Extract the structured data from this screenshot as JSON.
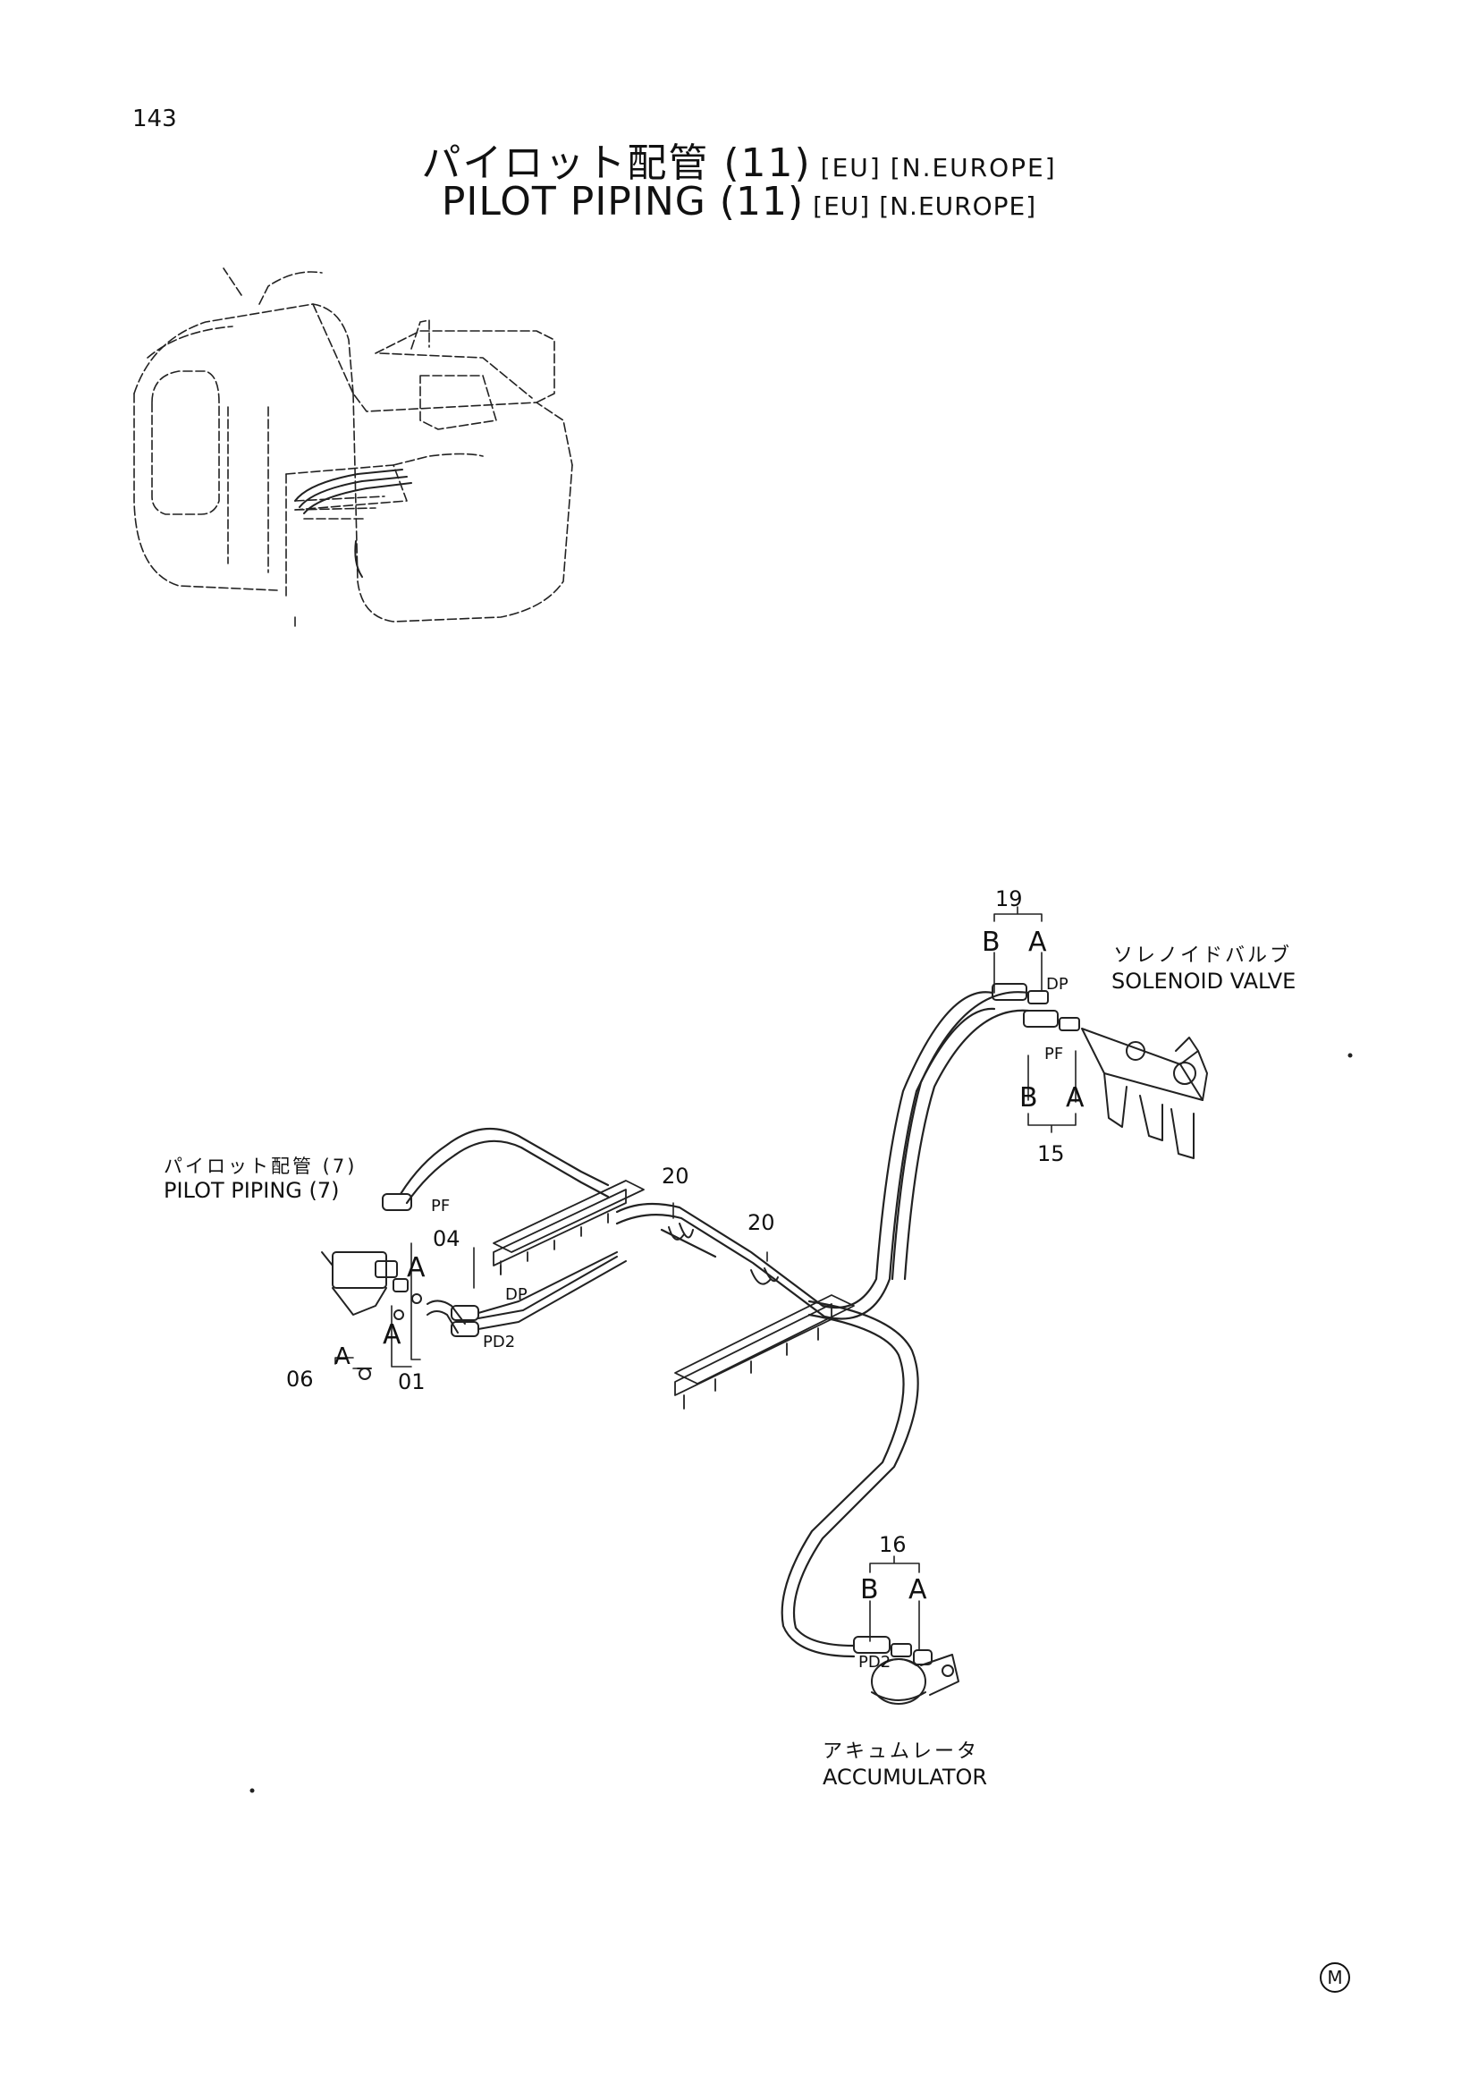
{
  "header": {
    "page_number": "143",
    "title_jp": "パイロット配管 (11)",
    "title_en": "PILOT PIPING (11)",
    "tag_eu": "[EU]",
    "tag_region": "[N.EUROPE]"
  },
  "diagram": {
    "solenoid_valve_jp": "ソレノイドバルブ",
    "solenoid_valve_en": "SOLENOID VALVE",
    "pilot_piping_jp": "パイロット配管 (7)",
    "pilot_piping_en": "PILOT PIPING (7)",
    "accumulator_jp": "アキュムレータ",
    "accumulator_en": "ACCUMULATOR",
    "part_19": "19",
    "part_15": "15",
    "part_16": "16",
    "part_20a": "20",
    "part_20b": "20",
    "part_04": "04",
    "part_01": "01",
    "part_06": "06",
    "end_a": "A",
    "end_b": "B",
    "port_dp": "DP",
    "port_pf": "PF",
    "port_pd2": "PD2"
  },
  "footer": {
    "mark": "M"
  }
}
